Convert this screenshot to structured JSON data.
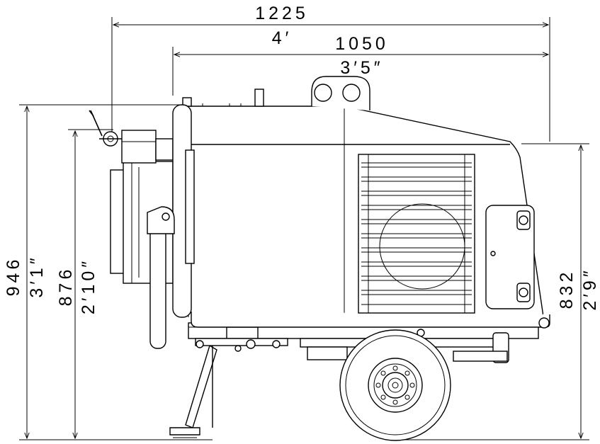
{
  "dimensions": {
    "overall_length_mm": "1225",
    "overall_length_ft": "4′",
    "body_length_mm": "1050",
    "body_length_ft": "3′5″",
    "overall_height_mm": "946",
    "overall_height_ft": "3′1″",
    "mid_height_mm": "876",
    "mid_height_ft": "2′10″",
    "rear_height_mm": "832",
    "rear_height_ft": "2′9″"
  },
  "colors": {
    "line": "#000000",
    "background": "#ffffff"
  }
}
